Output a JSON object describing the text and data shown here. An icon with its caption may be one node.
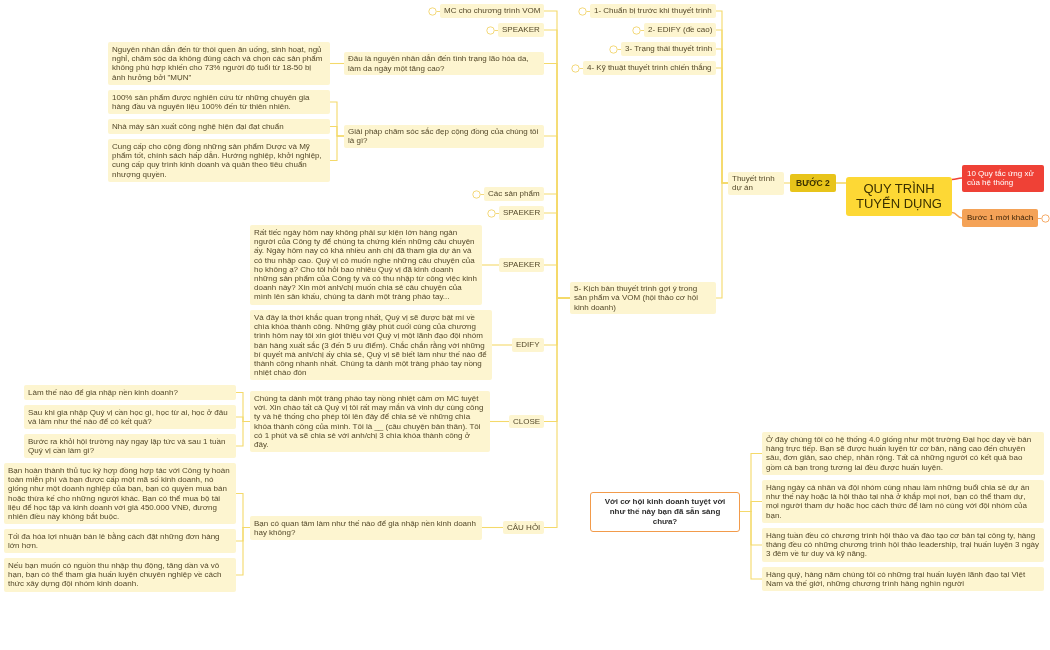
{
  "diagram": {
    "nodes": [
      {
        "text": [
          "QUY TRÌNH TUYỂN DỤNG"
        ]
      },
      {
        "text": [
          "BƯỚC 2"
        ]
      },
      {
        "text": [
          "Thuyết trình dự án"
        ]
      },
      {
        "text": [
          "10 Quy tắc ứng xử của hệ thống"
        ]
      },
      {
        "text": [
          "Bước 1 mời khách"
        ]
      },
      {
        "text": [
          "1- Chuẩn bị trước khi thuyết trình"
        ]
      },
      {
        "text": [
          "2- EDIFY (đề cao)"
        ]
      },
      {
        "text": [
          "3- Trạng thái thuyết trình"
        ]
      },
      {
        "text": [
          "4- Kỹ thuật thuyết trình chiến thắng"
        ]
      },
      {
        "text": [
          "5- Kịch bản thuyết trình gợi ý trong sản phẩm và VOM (hội thảo cơ hội kinh doanh)"
        ]
      },
      {
        "text": [
          "MC cho chương trình VOM"
        ]
      },
      {
        "text": [
          "SPEAKER"
        ]
      },
      {
        "text": [
          "Đâu là nguyên nhân dẫn đến tình trạng lão hóa da, làm da ngày một tăng cao?"
        ]
      },
      {
        "text": [
          "Nguyên nhân dẫn đến từ thói quen ăn uống, sinh hoạt, ngủ nghỉ, chăm sóc da không đúng cách và chọn các sản phẩm không phù hợp khiến cho 73% người độ tuổi từ 18-50 bị ảnh hưởng bởi \"MỤN\""
        ]
      },
      {
        "text": [
          "Giải pháp chăm sóc sắc đẹp cộng đồng của chúng tôi là gì?"
        ]
      },
      {
        "text": [
          "100% sản phẩm được nghiên cứu từ những chuyên gia hàng đầu và nguyên liệu 100% đến từ thiên nhiên."
        ]
      },
      {
        "text": [
          "Nhà máy sản xuất công nghệ hiện đại đạt chuẩn"
        ]
      },
      {
        "text": [
          "Cung cấp cho cộng đồng những sản phẩm Dược và Mỹ phẩm tốt, chính sách hấp dẫn. Hướng nghiệp, khởi nghiệp, cung cấp quy trình kinh doanh và quản theo tiêu chuẩn nhượng quyền."
        ]
      },
      {
        "text": [
          "Các sản phẩm"
        ]
      },
      {
        "text": [
          "SPAEKER"
        ]
      },
      {
        "text": [
          "SPAEKER"
        ]
      },
      {
        "text": [
          "Rất tiếc ngày hôm nay không phải sự kiện lớn hàng ngàn người của Công ty để chúng ta chứng kiến những câu chuyện ấy. Ngày hôm nay có khá nhiều anh chị đã tham gia dự án và có thu nhập cao. Quý vị có muốn nghe những câu chuyện của họ không ạ? Cho tôi hỏi bao nhiêu Quý vị đã kinh doanh những sản phẩm của Công ty và có thu nhập từ công việc kinh doanh này? Xin mời anh/chị muốn chia sẻ câu chuyện của mình lên sân khấu, chúng ta dành một tràng pháo tay..."
        ]
      },
      {
        "text": [
          "EDIFY"
        ]
      },
      {
        "text": [
          "Và đây là thời khắc quan trọng nhất, Quý vị sẽ được bật mí về chìa khóa thành công. Những giây phút cuối cùng của chương trình hôm nay tôi xin giới thiệu với Quý vị một lãnh đạo đội nhóm bán hàng xuất sắc (3 đến 5 ưu điểm). Chắc chắn rằng với những bí quyết mà anh/chị ấy chia sẻ, Quý vị sẽ biết làm như thế nào để thành công nhanh nhất. Chúng ta dành một tràng pháo tay nồng nhiệt chào đón"
        ]
      },
      {
        "text": [
          "CLOSE"
        ]
      },
      {
        "text": [
          "Chúng ta dành một tràng pháo tay nồng nhiệt cảm ơn MC tuyệt vời. Xin chào tất cả Quý vị tôi rất may mắn và vinh dự cùng công ty và hệ thống cho phép tôi lên đây để chia sẻ về những chìa khóa thành công của mình. Tôi là __ (câu chuyện bản thân). Tôi có 1 phút và sẽ chia sẻ với anh/chị 3 chìa khóa thành công ở đây."
        ]
      },
      {
        "text": [
          "Làm thế nào để gia nhập nền kinh doanh?"
        ]
      },
      {
        "text": [
          "Sau khi gia nhập Quý vị cần học gì, học từ ai, học ở đâu và làm như thế nào để có kết quả?"
        ]
      },
      {
        "text": [
          "Bước ra khỏi hội trường này ngay lập tức và sau 1 tuần Quý vị cần làm gì?"
        ]
      },
      {
        "text": [
          "CÂU HỎI"
        ]
      },
      {
        "text": [
          "Bạn có quan tâm làm như thế nào để gia nhập nền kinh doanh hay không?"
        ]
      },
      {
        "text": [
          "Bạn hoàn thành thủ tục ký hợp đồng hợp tác với Công ty hoàn toàn miễn phí và bạn được cấp một mã số kinh doanh, nó giống như một doanh nghiệp của bạn, bạn có quyền mua bán hoặc thừa kế cho những người khác. Bạn có thể mua bộ tài liệu để học tập và kinh doanh với giá 450.000 VNĐ, đương nhiên điều này không bắt buộc."
        ]
      },
      {
        "text": [
          "Tối đa hóa lợi nhuận bán lẻ bằng cách đặt những đơn hàng lớn hơn."
        ]
      },
      {
        "text": [
          "Nếu bạn muốn có nguồn thu nhập thụ động, tăng dần và vô hạn, bạn có thể tham gia huấn luyện chuyên nghiệp về cách thức xây dựng đội nhóm kinh doanh."
        ]
      },
      {
        "text": [
          "Với cơ hội kinh doanh tuyệt vời như thế này bạn đã sẵn sàng chưa?"
        ]
      },
      {
        "text": [
          "Ở đây chúng tôi có hệ thống 4.0 giống như một trường Đại học dạy về bán hàng trực tiếp. Bạn sẽ được huấn luyện từ cơ bản, nâng cao đến chuyên sâu, đơn giản, sao chép, nhân rộng. Tất cả những người có kết quả bao gồm cả bạn trong tương lai đều được huấn luyện."
        ]
      },
      {
        "text": [
          "Hàng ngày cá nhân và đội nhóm cùng nhau làm những buổi chia sẻ dự án như thế này hoặc là hội thảo tại nhà ở khắp mọi nơi, bạn có thể tham dự, mọi người tham dự hoặc học cách thức để làm nó cùng với đội nhóm của bạn."
        ]
      },
      {
        "text": [
          "Hàng tuần đều có chương trình hội thảo và đào tạo cơ bản tại công ty, hàng tháng đều có những chương trình hội thảo leadership, trại huấn luyện 3 ngày 3 đêm về tư duy và kỹ năng."
        ]
      },
      {
        "text": [
          "Hàng quý, hàng năm chúng tôi có những trại huấn luyện lãnh đạo tại Việt Nam và thế giới, những chương trình hàng nghìn người"
        ]
      }
    ],
    "edges": [
      {
        "from": 0,
        "to": 1,
        "arrow": "none"
      },
      {
        "from": 1,
        "to": 2,
        "arrow": "none"
      },
      {
        "from": 0,
        "to": 3,
        "arrow": "none",
        "color": "#ef4136"
      },
      {
        "from": 0,
        "to": 4,
        "arrow": "none",
        "color": "#f4a257"
      },
      {
        "from": 2,
        "to": 5,
        "arrow": "none"
      },
      {
        "from": 2,
        "to": 6,
        "arrow": "none"
      },
      {
        "from": 2,
        "to": 7,
        "arrow": "none"
      },
      {
        "from": 2,
        "to": 8,
        "arrow": "none"
      },
      {
        "from": 2,
        "to": 9,
        "arrow": "none"
      },
      {
        "from": 9,
        "to": 10,
        "arrow": "none"
      },
      {
        "from": 9,
        "to": 11,
        "arrow": "none"
      },
      {
        "from": 9,
        "to": 12,
        "arrow": "none"
      },
      {
        "from": 12,
        "to": 13,
        "arrow": "none"
      },
      {
        "from": 9,
        "to": 14,
        "arrow": "none"
      },
      {
        "from": 14,
        "to": 15,
        "arrow": "none"
      },
      {
        "from": 14,
        "to": 16,
        "arrow": "none"
      },
      {
        "from": 14,
        "to": 17,
        "arrow": "none"
      },
      {
        "from": 9,
        "to": 18,
        "arrow": "none"
      },
      {
        "from": 9,
        "to": 19,
        "arrow": "none"
      },
      {
        "from": 9,
        "to": 20,
        "arrow": "none"
      },
      {
        "from": 20,
        "to": 21,
        "arrow": "none"
      },
      {
        "from": 9,
        "to": 22,
        "arrow": "none"
      },
      {
        "from": 22,
        "to": 23,
        "arrow": "none"
      },
      {
        "from": 9,
        "to": 24,
        "arrow": "none"
      },
      {
        "from": 24,
        "to": 25,
        "arrow": "none"
      },
      {
        "from": 25,
        "to": 26,
        "arrow": "none"
      },
      {
        "from": 25,
        "to": 27,
        "arrow": "none"
      },
      {
        "from": 25,
        "to": 28,
        "arrow": "none"
      },
      {
        "from": 9,
        "to": 29,
        "arrow": "none"
      },
      {
        "from": 29,
        "to": 30,
        "arrow": "none"
      },
      {
        "from": 30,
        "to": 31,
        "arrow": "none"
      },
      {
        "from": 30,
        "to": 32,
        "arrow": "none"
      },
      {
        "from": 30,
        "to": 33,
        "arrow": "none"
      },
      {
        "from": 34,
        "to": 35,
        "arrow": "none"
      },
      {
        "from": 34,
        "to": 36,
        "arrow": "none"
      },
      {
        "from": 34,
        "to": 37,
        "arrow": "none"
      },
      {
        "from": 34,
        "to": 38,
        "arrow": "none"
      }
    ]
  }
}
